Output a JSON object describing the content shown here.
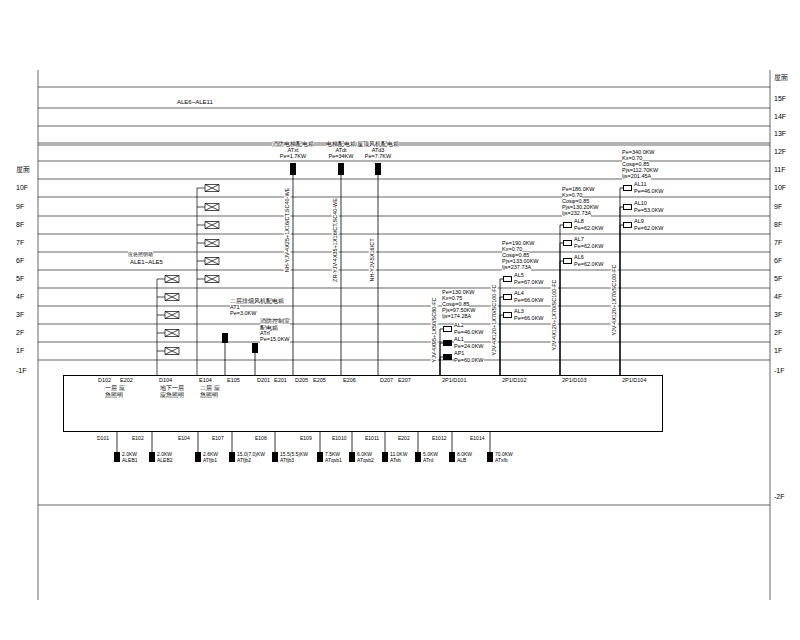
{
  "diagram": {
    "nodes": [
      {
        "text": [
          "D102",
          "E202",
          "D104",
          "E104",
          "E105",
          "D201",
          "E201",
          "D205",
          "E205",
          "E206",
          "D207",
          "E207",
          "2P1/D101",
          "2P1/D102",
          "2P1/D103",
          "2P1/D104",
          "一层 应急照明",
          "地下一层 应急照明",
          "二层 应急照明"
        ]
      },
      {
        "text": [
          "消防电梯配电箱",
          "ATxt",
          "Pe=1.7KW"
        ]
      },
      {
        "text": [
          "电梯配电箱",
          "ATdt",
          "Pe=34KW"
        ]
      },
      {
        "text": [
          "屋顶风机配电箱",
          "ATd3",
          "Pe=7.7KW"
        ]
      },
      {
        "text": [
          "AL11",
          "Pe=46.0KW"
        ]
      },
      {
        "text": [
          "AL10",
          "Pe=53.0KW"
        ]
      },
      {
        "text": [
          "AL9",
          "Pe=62.0KW"
        ]
      },
      {
        "text": [
          "AL8",
          "Pe=62.0KW"
        ]
      },
      {
        "text": [
          "AL7",
          "Pe=62.0KW"
        ]
      },
      {
        "text": [
          "AL6",
          "Pe=62.0KW"
        ]
      },
      {
        "text": [
          "AL5",
          "Pe=67.0KW"
        ]
      },
      {
        "text": [
          "AL4",
          "Pe=66.0KW"
        ]
      },
      {
        "text": [
          "AL3",
          "Pe=66.0KW"
        ]
      },
      {
        "text": [
          "二层排烟风机配电箱",
          "AT1",
          "Pe=3.0KW"
        ]
      },
      {
        "text": [
          "AL2",
          "Pe=46.0KW"
        ]
      },
      {
        "text": [
          "消防控制室配电箱",
          "ATrf",
          "Pe=15.0KW"
        ]
      },
      {
        "text": [
          "AL1",
          "Pe=24.0KW"
        ]
      },
      {
        "text": [
          "AP1",
          "Pe=60.0KW"
        ]
      },
      {
        "text": [
          "2.0KW",
          "ALEB1"
        ]
      },
      {
        "text": [
          "2.0KW",
          "ALEB2"
        ]
      },
      {
        "text": [
          "2.6KW",
          "ATfjb1"
        ]
      },
      {
        "text": [
          "15.0(7.0)KW",
          "ATfjb2"
        ]
      },
      {
        "text": [
          "15.5(5.5)KW",
          "ATfjb3"
        ]
      },
      {
        "text": [
          "7.5KW",
          "ATqsb1"
        ]
      },
      {
        "text": [
          "6.0KW",
          "ATqsb2"
        ]
      },
      {
        "text": [
          "11.0KW",
          "ATsb"
        ]
      },
      {
        "text": [
          "5.0KW",
          "ATrd"
        ]
      },
      {
        "text": [
          "8.0KW",
          "ALB"
        ]
      },
      {
        "text": [
          "70.0KW",
          "ATxfb"
        ]
      }
    ],
    "edges": [
      {
        "from": 0,
        "to": 1,
        "arrow": "none"
      },
      {
        "from": 0,
        "to": 2,
        "arrow": "none"
      },
      {
        "from": 0,
        "to": 3,
        "arrow": "none"
      },
      {
        "from": 0,
        "to": 4,
        "arrow": "none"
      },
      {
        "from": 0,
        "to": 5,
        "arrow": "none"
      },
      {
        "from": 0,
        "to": 6,
        "arrow": "none"
      },
      {
        "from": 0,
        "to": 7,
        "arrow": "none"
      },
      {
        "from": 0,
        "to": 8,
        "arrow": "none"
      },
      {
        "from": 0,
        "to": 9,
        "arrow": "none"
      },
      {
        "from": 0,
        "to": 10,
        "arrow": "none"
      },
      {
        "from": 0,
        "to": 11,
        "arrow": "none"
      },
      {
        "from": 0,
        "to": 12,
        "arrow": "none"
      },
      {
        "from": 0,
        "to": 13,
        "arrow": "none"
      },
      {
        "from": 0,
        "to": 14,
        "arrow": "none"
      },
      {
        "from": 0,
        "to": 15,
        "arrow": "none"
      },
      {
        "from": 0,
        "to": 16,
        "arrow": "none"
      },
      {
        "from": 0,
        "to": 17,
        "arrow": "none"
      },
      {
        "from": 0,
        "to": 18,
        "arrow": "none"
      },
      {
        "from": 0,
        "to": 19,
        "arrow": "none"
      },
      {
        "from": 0,
        "to": 20,
        "arrow": "none"
      },
      {
        "from": 0,
        "to": 21,
        "arrow": "none"
      },
      {
        "from": 0,
        "to": 22,
        "arrow": "none"
      },
      {
        "from": 0,
        "to": 23,
        "arrow": "none"
      },
      {
        "from": 0,
        "to": 24,
        "arrow": "none"
      },
      {
        "from": 0,
        "to": 25,
        "arrow": "none"
      },
      {
        "from": 0,
        "to": 26,
        "arrow": "none"
      },
      {
        "from": 0,
        "to": 27,
        "arrow": "none"
      },
      {
        "from": 0,
        "to": 28,
        "arrow": "none"
      }
    ],
    "labels": [
      "屋面",
      "15F",
      "14F",
      "13F",
      "12F",
      "11F",
      "10F",
      "9F",
      "8F",
      "7F",
      "6F",
      "5F",
      "4F",
      "3F",
      "2F",
      "1F",
      "-1F",
      "-2F",
      "屋面",
      "10F",
      "9F",
      "8F",
      "7F",
      "6F",
      "5F",
      "4F",
      "3F",
      "2F",
      "1F",
      "-1F",
      "ALE6~ALE11",
      "ALE1~ALE5",
      "应急照明箱",
      "NH-YJV-4X25+1X16/CT,SC40-WE",
      "ZR-YJV-4X35+1X16/CT,SC40-WE",
      "NH-YJV-5X16/CT",
      "YJV-4X95+1X50/SC80-FC",
      "YJV-4X120+1X70/SC100-FC",
      "YJV-4X120+1X70/SC100-FC",
      "YJV-4X120+1X70/SC100-FC",
      "Pe=130.0KW",
      "Kx=0.75",
      "Cosφ=0.85",
      "Pjs=97.50KW",
      "Ijs=174.28A",
      "Pe=190.0KW",
      "Kx=0.70",
      "Cosφ=0.85",
      "Pjs=133.00KW",
      "Ijs=237.73A",
      "Pe=186.0KW",
      "Kx=0.70",
      "Cosφ=0.85",
      "Pjs=130.20KW",
      "Ijs=232.73A",
      "Pe=340.0KW",
      "Kx=0.70",
      "Cosφ=0.85",
      "Pjs=112.70KW",
      "Ijs=201.45A",
      "D101",
      "E102",
      "E104",
      "E107",
      "E108",
      "E109",
      "E1010",
      "E1011",
      "E202",
      "E1012",
      "E1014"
    ]
  }
}
